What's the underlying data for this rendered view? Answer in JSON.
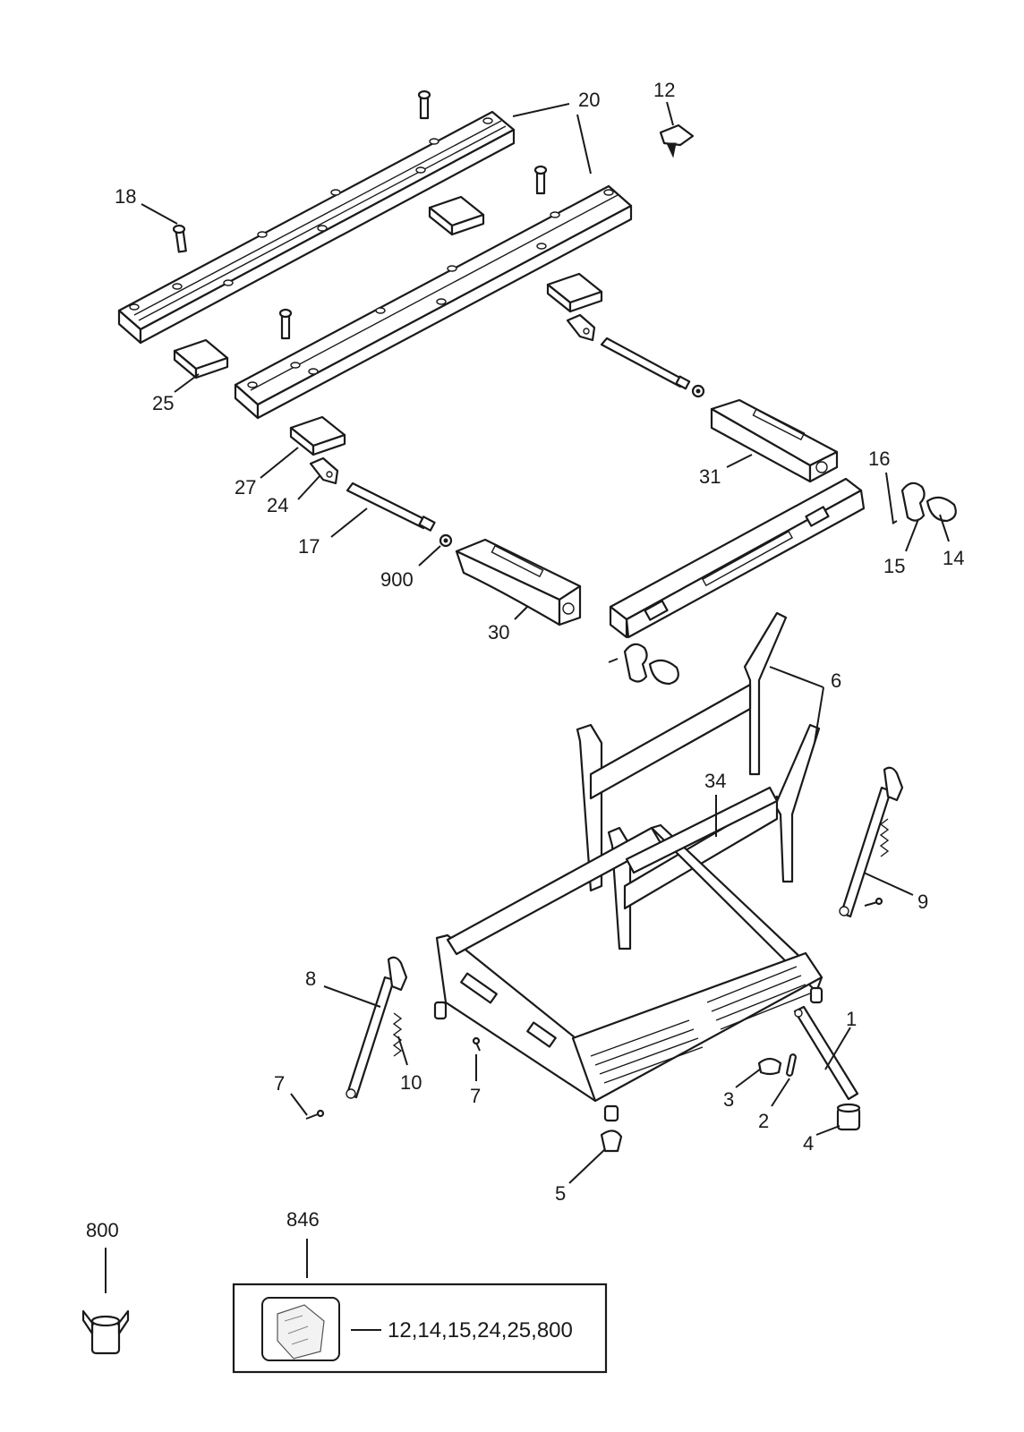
{
  "callouts": {
    "c1": "1",
    "c2": "2",
    "c3": "3",
    "c4": "4",
    "c5": "5",
    "c6": "6",
    "c7a": "7",
    "c7b": "7",
    "c8": "8",
    "c9": "9",
    "c10": "10",
    "c12": "12",
    "c14": "14",
    "c15": "15",
    "c16": "16",
    "c17": "17",
    "c18": "18",
    "c20": "20",
    "c24": "24",
    "c25": "25",
    "c27": "27",
    "c30": "30",
    "c31": "31",
    "c34": "34",
    "c800": "800",
    "c846": "846",
    "c900": "900"
  },
  "kit": {
    "contents": "12,14,15,24,25,800",
    "icon": "parts-bag-icon"
  }
}
